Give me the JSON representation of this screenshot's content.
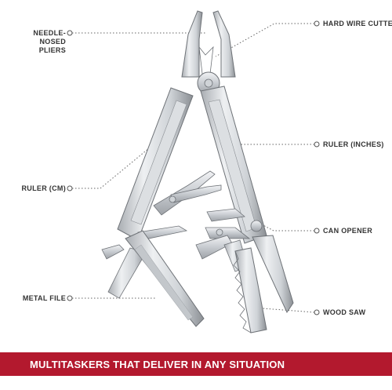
{
  "callouts": {
    "needle_nosed_pliers": "NEEDLE-NOSED\nPLIERS",
    "hard_wire_cutter": "HARD WIRE CUTTER",
    "ruler_inches": "RULER (INCHES)",
    "ruler_cm": "RULER (CM)",
    "can_opener": "CAN OPENER",
    "metal_file": "METAL FILE",
    "wood_saw": "WOOD SAW"
  },
  "banner": {
    "text": "MULTITASKERS THAT DELIVER IN ANY SITUATION"
  },
  "colors": {
    "banner": "#b3192e",
    "steel_light": "#e4e6e8",
    "steel_dark": "#8b8f94",
    "label": "#333333"
  }
}
